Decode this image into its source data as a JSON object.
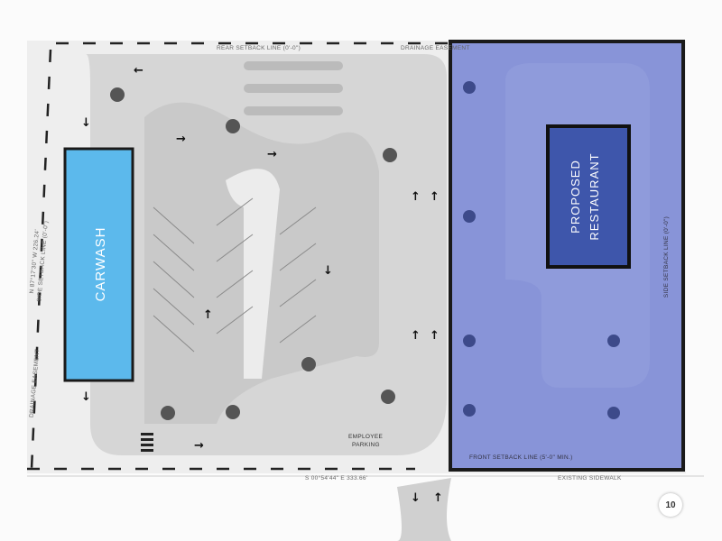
{
  "labels": {
    "rear_setback": "REAR SETBACK LINE (0'-0\")",
    "drainage_easement_top": "DRAINAGE EASEMENT",
    "side_left_bearing": "N 87°17'30\" W  226.24'",
    "side_setback_left": "SIDE SETBACK LINE (0'-0\")",
    "drainage_easement_left": "DRAINAGE EASEMENT",
    "side_setback_right": "SIDE SETBACK LINE (0'-0\")",
    "front_setback": "FRONT SETBACK LINE (5'-0\" MIN.)",
    "front_bearing": "S 00°54'44\" E  333.66'",
    "existing_sidewalk": "EXISTING SIDEWALK",
    "employee_parking_1": "EMPLOYEE",
    "employee_parking_2": "PARKING"
  },
  "zones": {
    "carwash": "CARWASH",
    "restaurant_1": "PROPOSED",
    "restaurant_2": "RESTAURANT"
  },
  "page_number": "10",
  "colors": {
    "carwash": "#5cb9ec",
    "restaurant_overlay": "#7584d4",
    "restaurant_box": "#3e56ab",
    "lot": "#d9d9d9"
  }
}
